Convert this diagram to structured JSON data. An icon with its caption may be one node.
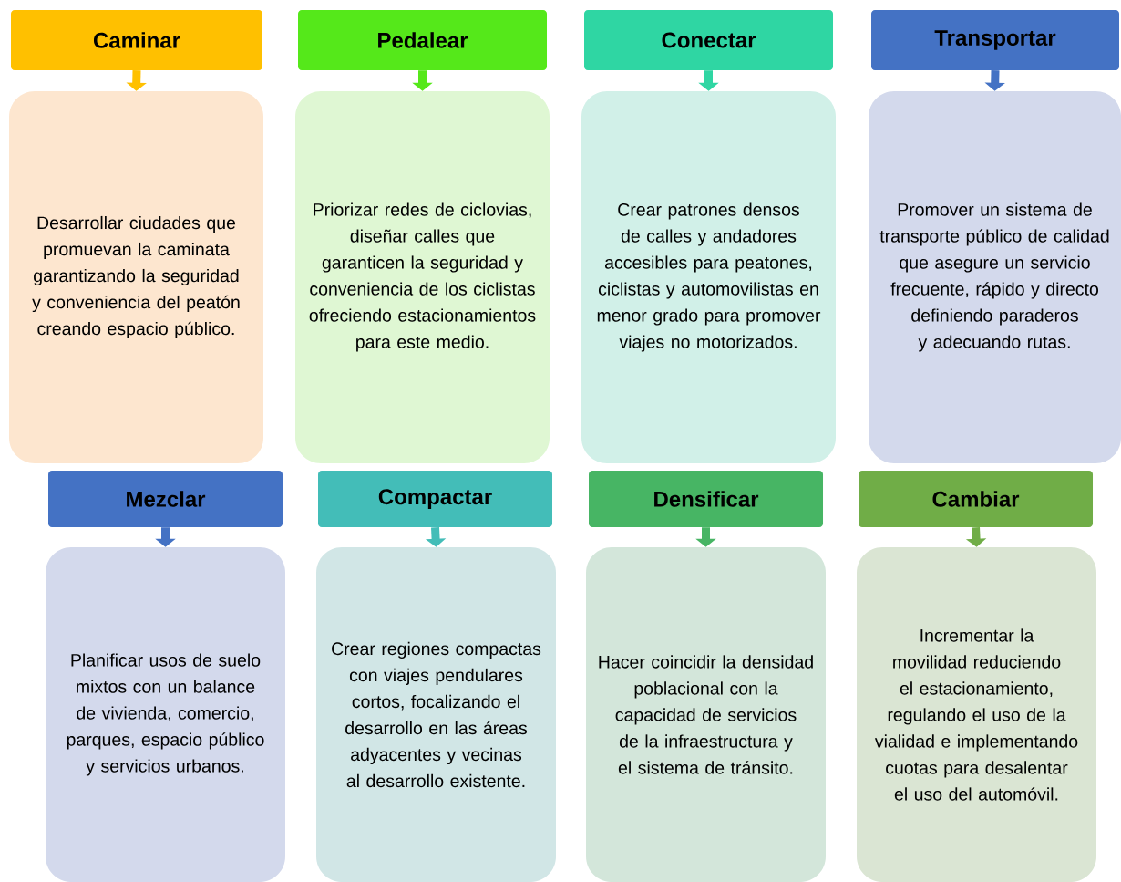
{
  "diagram": {
    "nodes": [
      {
        "text": [
          "Caminar"
        ]
      },
      {
        "text": [
          "Desarrollar ciudades que promuevan la caminata garantizando la seguridad y conveniencia del peatón creando espacio público."
        ]
      },
      {
        "text": [
          "Pedalear"
        ]
      },
      {
        "text": [
          "Priorizar redes de ciclovias, diseñar calles que garanticen la seguridad y conveniencia de los ciclistas ofreciendo estacionamientos para este medio."
        ]
      },
      {
        "text": [
          "Conectar"
        ]
      },
      {
        "text": [
          "Crear patrones densos de calles y andadores accesibles para peatones, ciclistas y automovilistas en menor grado para promover viajes no motorizados."
        ]
      },
      {
        "text": [
          "Transportar"
        ]
      },
      {
        "text": [
          "Promover un sistema de transporte público de calidad que asegure un servicio frecuente, rápido y directo definiendo paraderos y adecuando rutas."
        ]
      },
      {
        "text": [
          "Mezclar"
        ]
      },
      {
        "text": [
          "Planificar usos de suelo mixtos con un balance de vivienda, comercio, parques, espacio público y servicios urbanos."
        ]
      },
      {
        "text": [
          "Compactar"
        ]
      },
      {
        "text": [
          "Crear regiones compactas con viajes pendulares cortos, focalizando el desarrollo en las áreas adyacentes y vecinas al desarrollo existente."
        ]
      },
      {
        "text": [
          "Densificar"
        ]
      },
      {
        "text": [
          "Hacer coincidir la densidad poblacional con la capacidad de servicios de la infraestructura y el sistema de tránsito."
        ]
      },
      {
        "text": [
          "Cambiar"
        ]
      },
      {
        "text": [
          "Incrementar la movilidad reduciendo el estacionamiento, regulando el uso de la vialidad e implementando cuotas para desalentar el uso del automóvil."
        ]
      }
    ],
    "edges": [
      {
        "from": 0,
        "to": 1,
        "arrow": "to",
        "color": "#ffc000"
      },
      {
        "from": 2,
        "to": 3,
        "arrow": "to",
        "color": "#55e81a"
      },
      {
        "from": 4,
        "to": 5,
        "arrow": "to",
        "color": "#2fd6a3"
      },
      {
        "from": 6,
        "to": 7,
        "arrow": "to",
        "color": "#4472c4"
      },
      {
        "from": 8,
        "to": 9,
        "arrow": "to",
        "color": "#4472c4"
      },
      {
        "from": 10,
        "to": 11,
        "arrow": "to",
        "color": "#43bdb8"
      },
      {
        "from": 12,
        "to": 13,
        "arrow": "to",
        "color": "#47b564"
      },
      {
        "from": 14,
        "to": 15,
        "arrow": "to",
        "color": "#70ad47"
      }
    ]
  }
}
